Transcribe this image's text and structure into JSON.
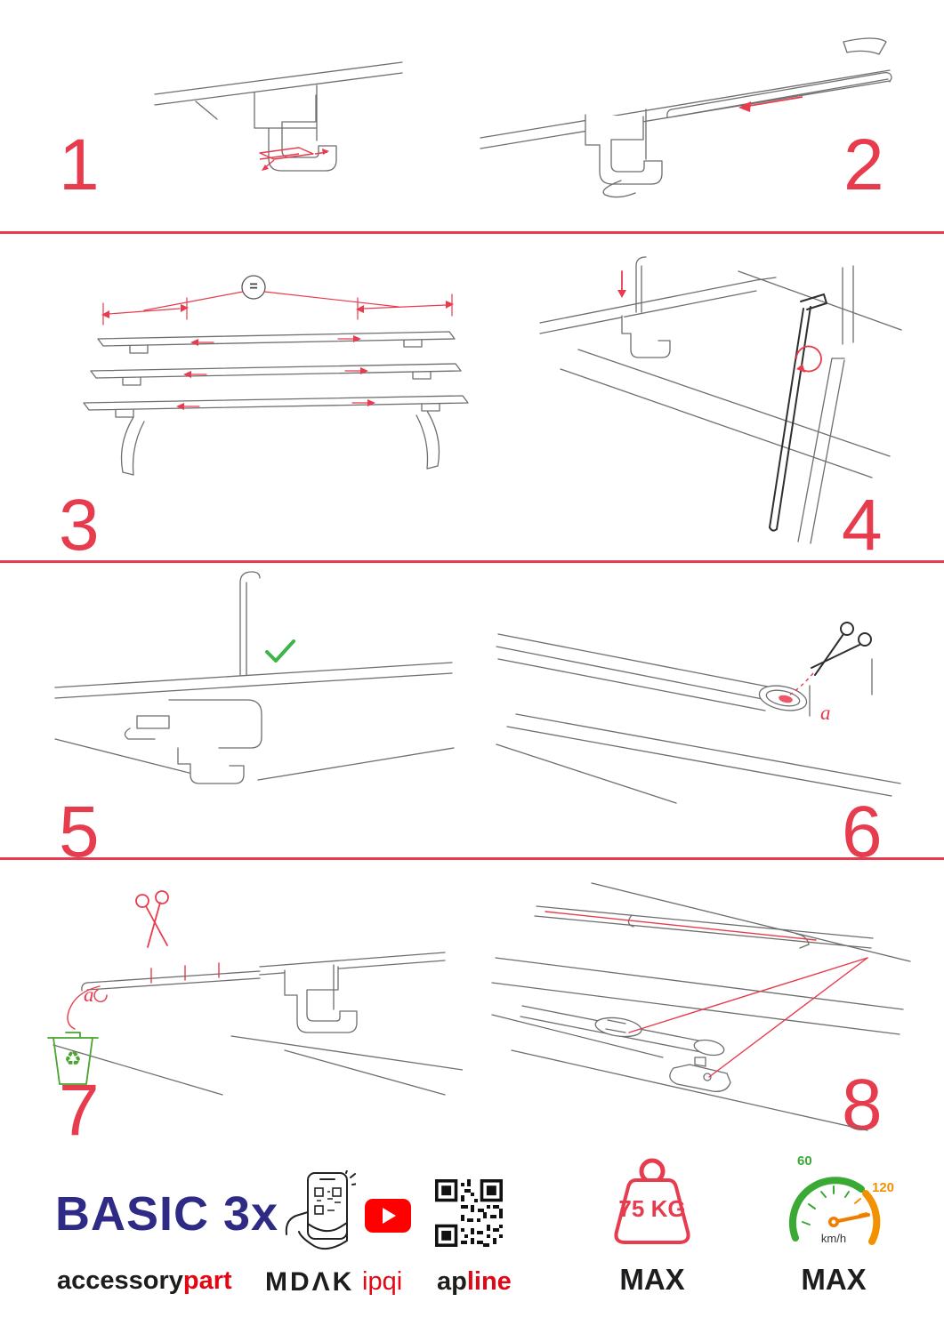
{
  "colors": {
    "accent_red": "#e73b4e",
    "brand_red": "#e30613",
    "brand_navy": "#2e2a85",
    "check_green": "#3db549",
    "recycle_green": "#4aa52e",
    "gauge_green": "#3aaa35",
    "gauge_orange": "#f39200",
    "youtube_red": "#ff0000"
  },
  "steps": [
    {
      "number": "1"
    },
    {
      "number": "2"
    },
    {
      "number": "3"
    },
    {
      "number": "4"
    },
    {
      "number": "5"
    },
    {
      "number": "6"
    },
    {
      "number": "7"
    },
    {
      "number": "8"
    }
  ],
  "annotations": {
    "spacing_equal": "=",
    "step6_cut_label": "a",
    "step7_cut_label": "a",
    "recycle_icon": "♻"
  },
  "footer": {
    "product_name": "BASIC 3x",
    "brand_part1": "accessory",
    "brand_part2": "part",
    "logo_mdak": "MDΛK",
    "logo_ipqi": "ipqi",
    "apline_part1": "ap",
    "apline_part2": "line",
    "weight_limit": "75 KG",
    "weight_max_label": "MAX",
    "speed_scale_low": "60",
    "speed_scale_high": "120",
    "speed_unit": "km/h",
    "speed_max_label": "MAX"
  }
}
